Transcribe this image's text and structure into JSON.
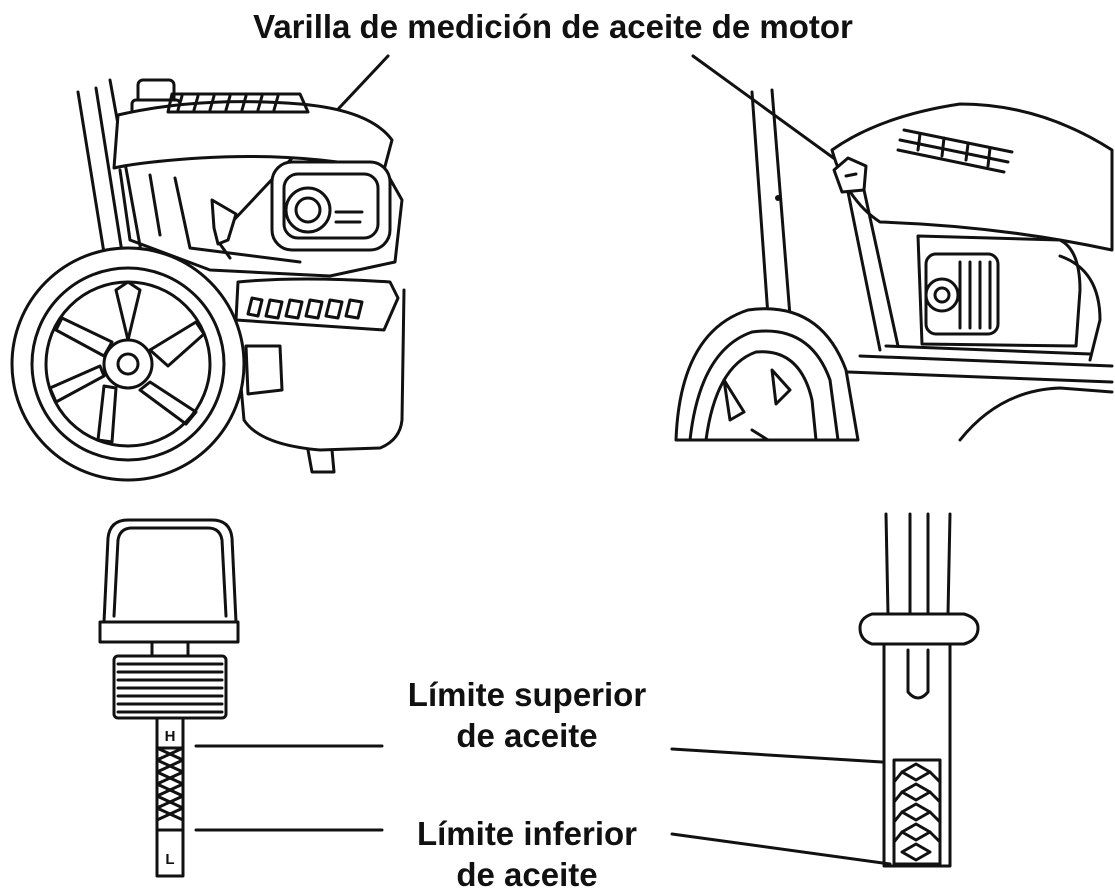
{
  "title": "Varilla de medición de aceite de motor",
  "upper_limit_label": [
    "Límite superior",
    "de aceite"
  ],
  "lower_limit_label": [
    "Límite inferior",
    "de aceite"
  ],
  "dipstick_marks": {
    "high": "H",
    "low": "L"
  },
  "colors": {
    "ink": "#111111",
    "background": "#ffffff"
  }
}
